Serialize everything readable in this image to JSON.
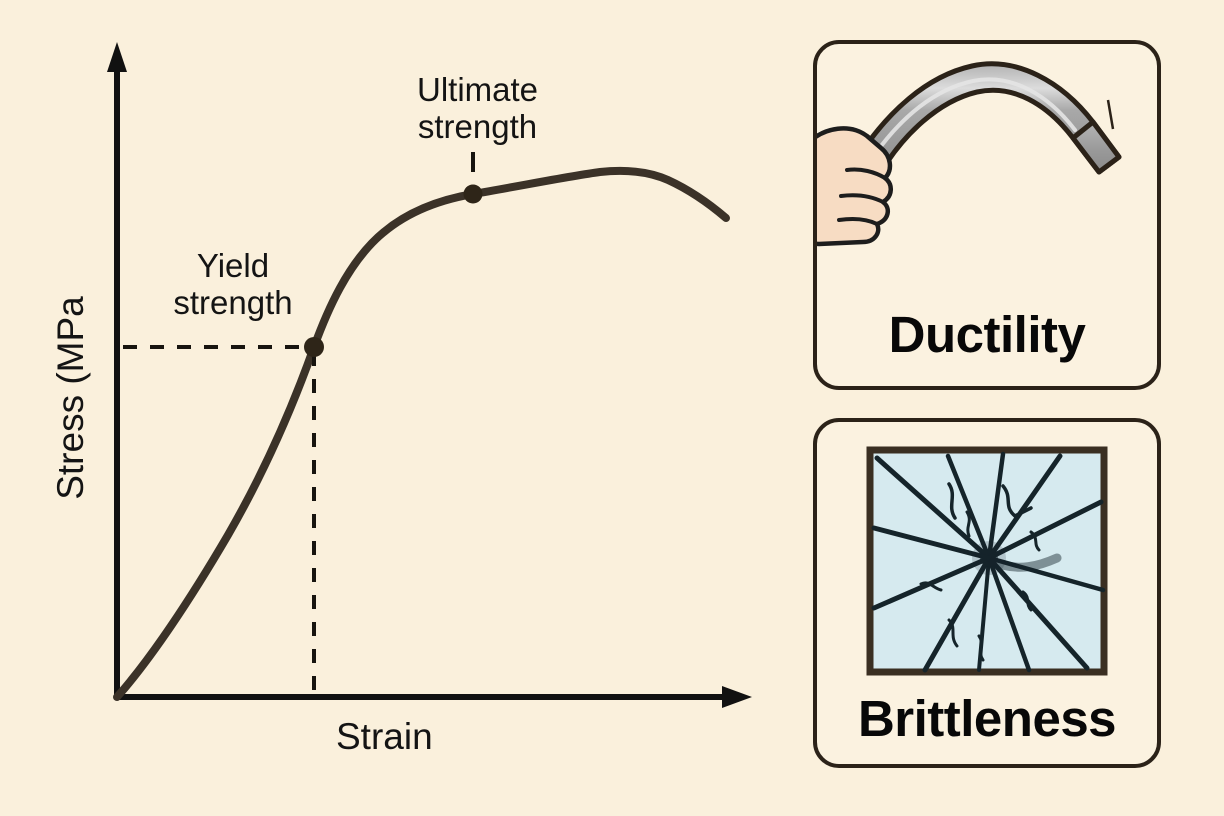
{
  "figure": {
    "background_color": "#faf0dc",
    "ink_color": "#2b2218",
    "curve_color": "#3b3228",
    "text_color": "#141414"
  },
  "chart_data": {
    "type": "line",
    "title": "",
    "xlabel": "Strain",
    "ylabel": "Stress (MPa",
    "grid": false,
    "legend": null,
    "axis_style": "arrow-headed, unlabeled ticks",
    "xlim": [
      0,
      1
    ],
    "ylim": [
      0,
      1
    ],
    "x_tick_labels": [],
    "y_tick_labels": [],
    "series": [
      {
        "name": "Stress-strain curve",
        "x": [
          0.0,
          0.05,
          0.1,
          0.16,
          0.22,
          0.28,
          0.31,
          0.34,
          0.38,
          0.43,
          0.5,
          0.58,
          0.66,
          0.74,
          0.82,
          0.9,
          0.96
        ],
        "y": [
          0.0,
          0.09,
          0.2,
          0.33,
          0.45,
          0.52,
          0.56,
          0.62,
          0.7,
          0.76,
          0.81,
          0.845,
          0.866,
          0.878,
          0.88,
          0.865,
          0.83
        ]
      }
    ],
    "annotations": [
      {
        "name": "yield-strength",
        "label": "Yield\nstrength",
        "point_x": 0.31,
        "point_y": 0.56,
        "marker": "dot",
        "guides": [
          "horizontal-dashed-to-y-axis",
          "vertical-dashed-to-x-axis"
        ]
      },
      {
        "name": "ultimate-strength",
        "label": "Ultimate\nstrength",
        "point_x": 0.56,
        "point_y": 0.835,
        "marker": "dot",
        "guides": [
          "short-vertical-tick-above"
        ]
      }
    ]
  },
  "cards": [
    {
      "id": "ductility",
      "title": "Ductility",
      "illustration": "hand-bending-metal-bar",
      "colors": {
        "bar": "#9d9d9d",
        "bar_highlight": "#d8d8d8",
        "skin": "#f7dcc3",
        "outline": "#2b2218"
      }
    },
    {
      "id": "brittleness",
      "title": "Brittleness",
      "illustration": "cracked-glass-pane",
      "colors": {
        "glass": "#d6eaef",
        "crack": "#1b2a2e",
        "frame": "#3a2f22"
      }
    }
  ]
}
